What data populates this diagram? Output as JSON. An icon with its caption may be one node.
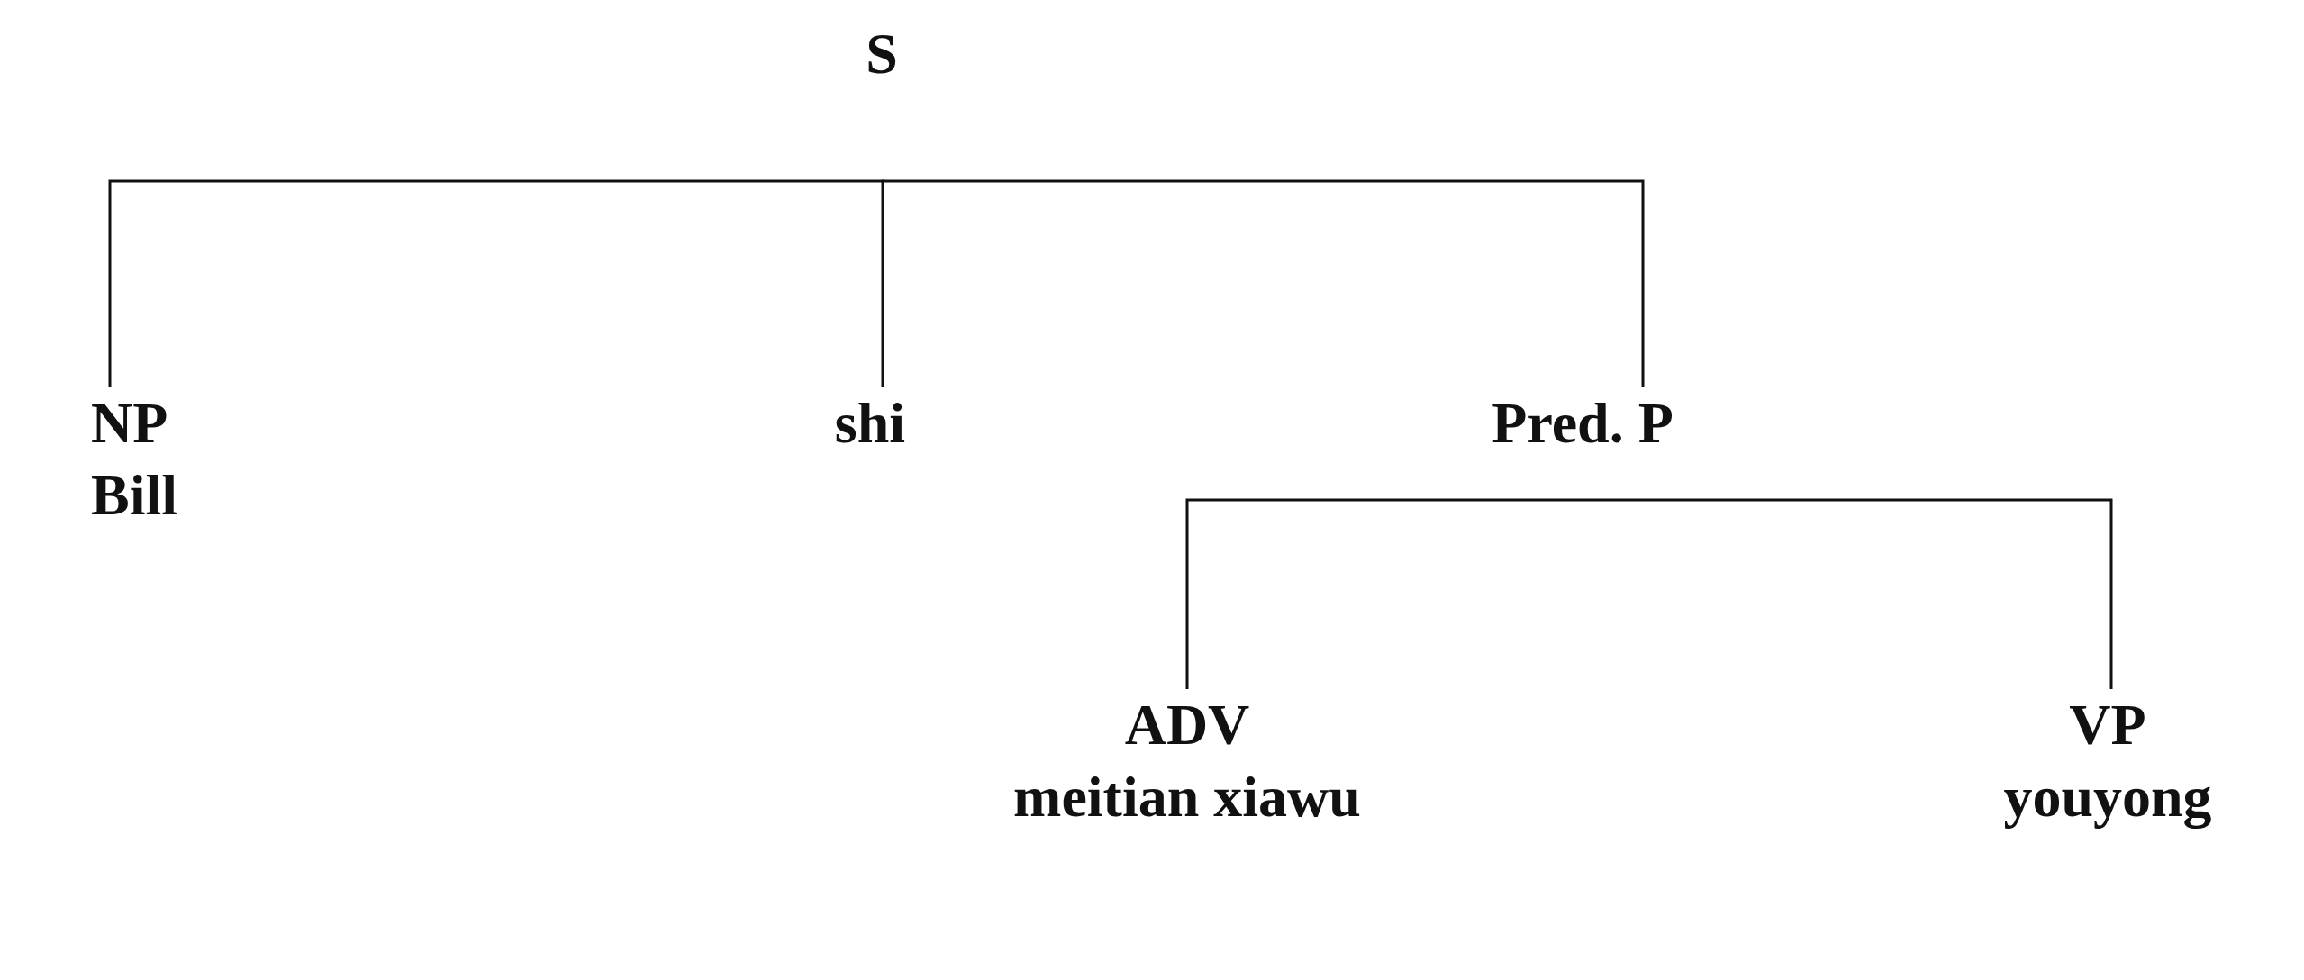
{
  "diagram": {
    "nodes": [
      {
        "text": [
          "S"
        ]
      },
      {
        "text": [
          "NP",
          "Bill"
        ]
      },
      {
        "text": [
          "shi"
        ]
      },
      {
        "text": [
          "Pred. P"
        ]
      },
      {
        "text": [
          "ADV",
          "meitian xiawu"
        ]
      },
      {
        "text": [
          "VP",
          "youyong"
        ]
      }
    ],
    "edges": [
      {
        "from": 0,
        "to": 1,
        "arrow": "none"
      },
      {
        "from": 0,
        "to": 2,
        "arrow": "none"
      },
      {
        "from": 0,
        "to": 3,
        "arrow": "none"
      },
      {
        "from": 3,
        "to": 4,
        "arrow": "none"
      },
      {
        "from": 3,
        "to": 5,
        "arrow": "none"
      }
    ]
  }
}
